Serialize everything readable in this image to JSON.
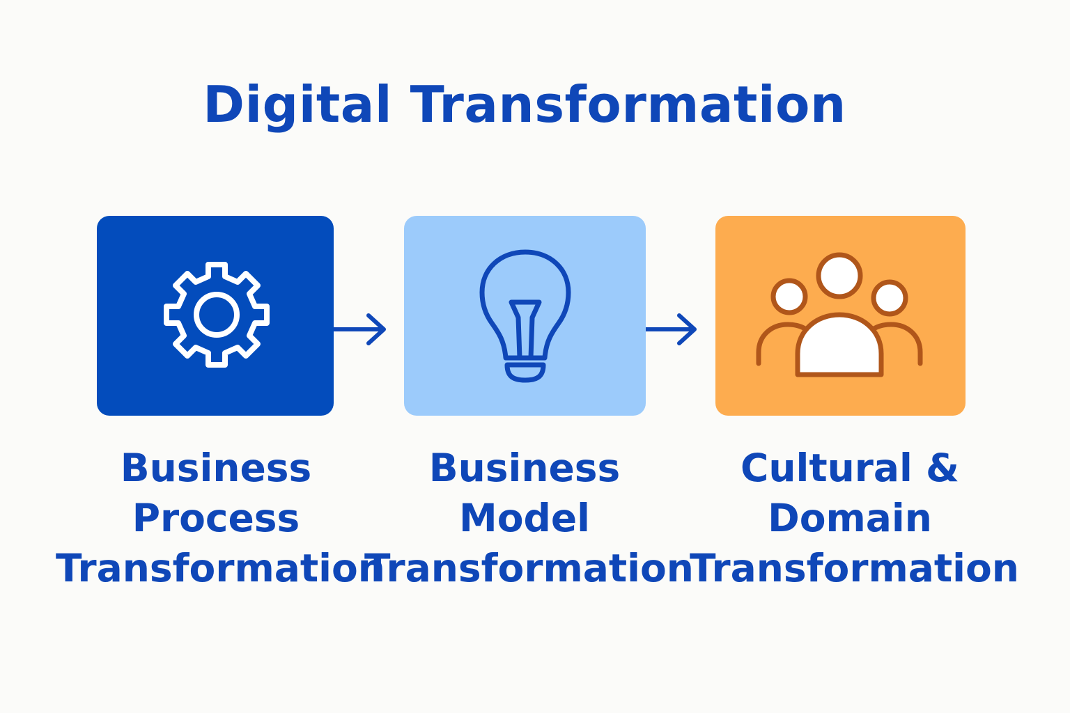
{
  "title": "Digital Transformation",
  "colors": {
    "title_text": "#0f47b8",
    "box_1": "#034cbc",
    "box_2": "#9ccbfb",
    "box_3": "#fdac4f",
    "icon_1": "#ffffff",
    "icon_2": "#0f47b8",
    "icon_3": "#b0561a",
    "arrow": "#0f47b8",
    "background": "#fbfbf9"
  },
  "steps": [
    {
      "icon": "gear-icon",
      "label_lines": [
        "Business",
        "Process",
        "Transformation"
      ]
    },
    {
      "icon": "lightbulb-icon",
      "label_lines": [
        "Business",
        "Model",
        "Transformation"
      ]
    },
    {
      "icon": "people-group-icon",
      "label_lines": [
        "Cultural &",
        "Domain",
        "Transformation"
      ]
    }
  ],
  "connectors": [
    "arrow-right-icon",
    "arrow-right-icon"
  ]
}
